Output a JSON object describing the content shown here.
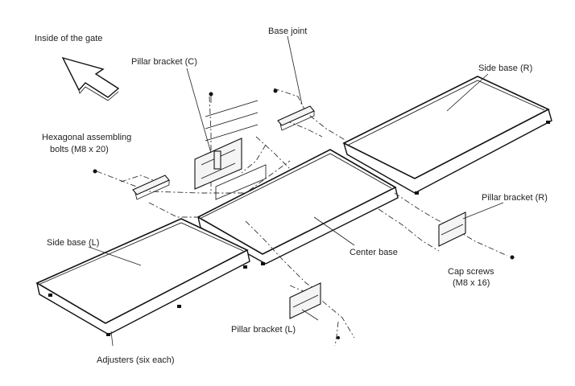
{
  "labels": {
    "inside_gate": "Inside of the gate",
    "base_joint": "Base joint",
    "pillar_bracket_c": "Pillar bracket (C)",
    "side_base_r": "Side base (R)",
    "hex_bolts_line1": "Hexagonal assembling",
    "hex_bolts_line2": "bolts (M8 x 20)",
    "pillar_bracket_r": "Pillar bracket (R)",
    "side_base_l": "Side base (L)",
    "center_base": "Center base",
    "cap_screws_line1": "Cap screws",
    "cap_screws_line2": "(M8 x 16)",
    "pillar_bracket_l": "Pillar bracket (L)",
    "adjusters": "Adjusters (six each)"
  },
  "colors": {
    "ink": "#111111",
    "paper": "#ffffff"
  }
}
